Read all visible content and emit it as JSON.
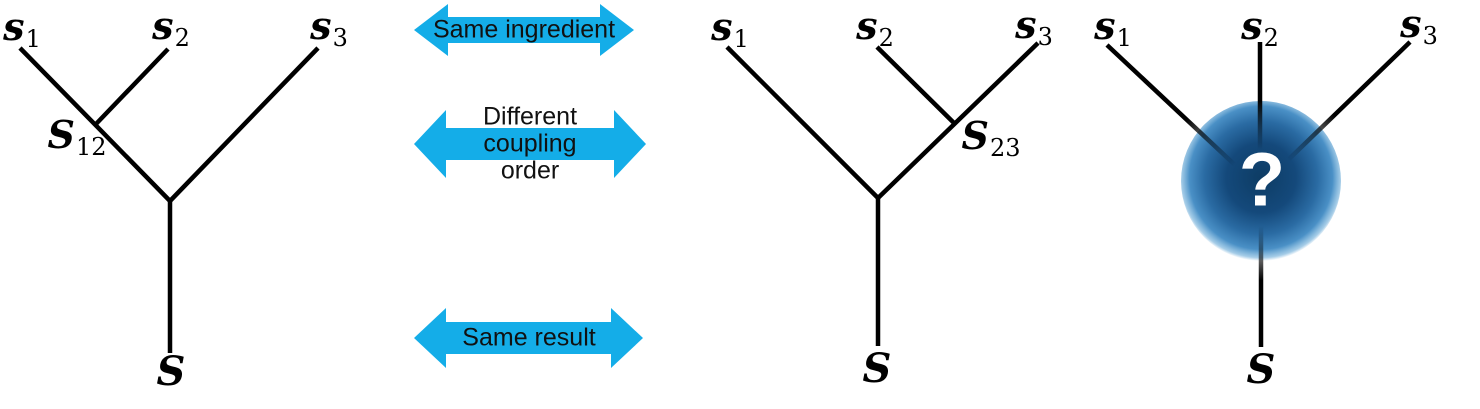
{
  "figure": {
    "colors": {
      "background": "#ffffff",
      "line": "#000000",
      "arrow_fill": "#14ade8",
      "arrow_text": "#111111",
      "blob_center": "#0d3c64",
      "blob_mid": "#2a6ba3",
      "blob_edge": "#4a90c6",
      "question_mark": "#ffffff"
    },
    "tree_12": {
      "leaves": [
        {
          "base": "s",
          "sub": "1"
        },
        {
          "base": "s",
          "sub": "2"
        },
        {
          "base": "s",
          "sub": "3"
        }
      ],
      "coupled_pair": {
        "base": "S",
        "sub": "12"
      },
      "total": {
        "base": "S"
      }
    },
    "tree_23": {
      "leaves": [
        {
          "base": "s",
          "sub": "1"
        },
        {
          "base": "s",
          "sub": "2"
        },
        {
          "base": "s",
          "sub": "3"
        }
      ],
      "coupled_pair": {
        "base": "S",
        "sub": "23"
      },
      "total": {
        "base": "S"
      }
    },
    "tree_unknown": {
      "leaves": [
        {
          "base": "s",
          "sub": "1"
        },
        {
          "base": "s",
          "sub": "2"
        },
        {
          "base": "s",
          "sub": "3"
        }
      ],
      "unknown_mark": "?",
      "total": {
        "base": "S"
      }
    },
    "relation_arrows": [
      {
        "id": "same-ingredient",
        "lines": [
          "Same ingredient"
        ]
      },
      {
        "id": "different-coupling-order",
        "lines": [
          "Different",
          "coupling",
          "order"
        ]
      },
      {
        "id": "same-result",
        "lines": [
          "Same result"
        ]
      }
    ]
  }
}
